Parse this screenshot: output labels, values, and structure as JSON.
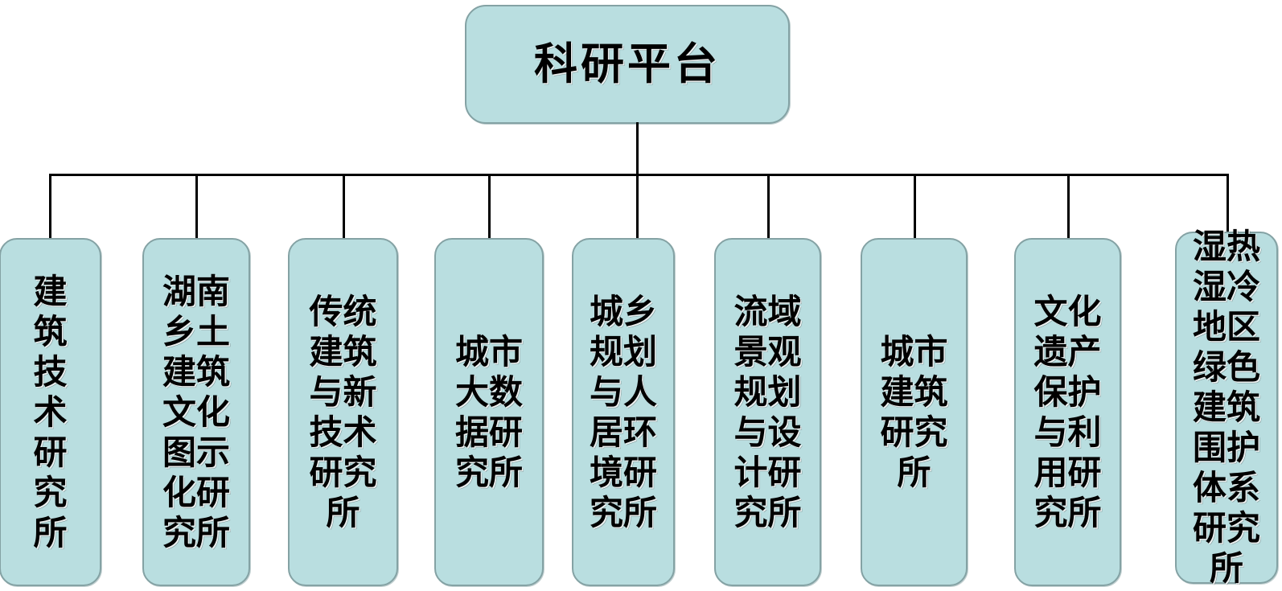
{
  "diagram": {
    "title": "科研平台",
    "type": "organization-tree",
    "orientation": "top-down",
    "root": {
      "label": "科研平台",
      "text_direction": "horizontal"
    },
    "style": {
      "node_fill": "#b9dee0",
      "node_border": "#84a2a4",
      "connector_color": "#000000",
      "text_color": "#000000",
      "background": "#ffffff"
    },
    "children": [
      {
        "label": "建筑技术研究所",
        "lines": [
          "建",
          "筑",
          "技",
          "术",
          "研",
          "究",
          "所"
        ]
      },
      {
        "label": "湖南乡土建筑文化图示化研究所",
        "lines": [
          "湖南",
          "乡土",
          "建筑",
          "文化",
          "图示",
          "化研",
          "究所"
        ]
      },
      {
        "label": "传统建筑与新技术研究所",
        "lines": [
          "传统",
          "建筑",
          "与新",
          "技术",
          "研究",
          "所"
        ]
      },
      {
        "label": "城市大数据研究所",
        "lines": [
          "城市",
          "大数",
          "据研",
          "究所"
        ]
      },
      {
        "label": "城乡规划与人居环境研究所",
        "lines": [
          "城乡",
          "规划",
          "与人",
          "居环",
          "境研",
          "究所"
        ]
      },
      {
        "label": "流域景观规划与设计研究所",
        "lines": [
          "流域",
          "景观",
          "规划",
          "与设",
          "计研",
          "究所"
        ]
      },
      {
        "label": "城市建筑研究所",
        "lines": [
          "城市",
          "建筑",
          "研究",
          "所"
        ]
      },
      {
        "label": "文化遗产保护与利用研究所",
        "lines": [
          "文化",
          "遗产",
          "保护",
          "与利",
          "用研",
          "究所"
        ]
      },
      {
        "label": "湿热湿冷地区绿色建筑围护体系研究所",
        "lines": [
          "湿热",
          "湿冷",
          "地区",
          "绿色",
          "建筑",
          "围护",
          "体系",
          "研究",
          "所"
        ]
      }
    ]
  }
}
